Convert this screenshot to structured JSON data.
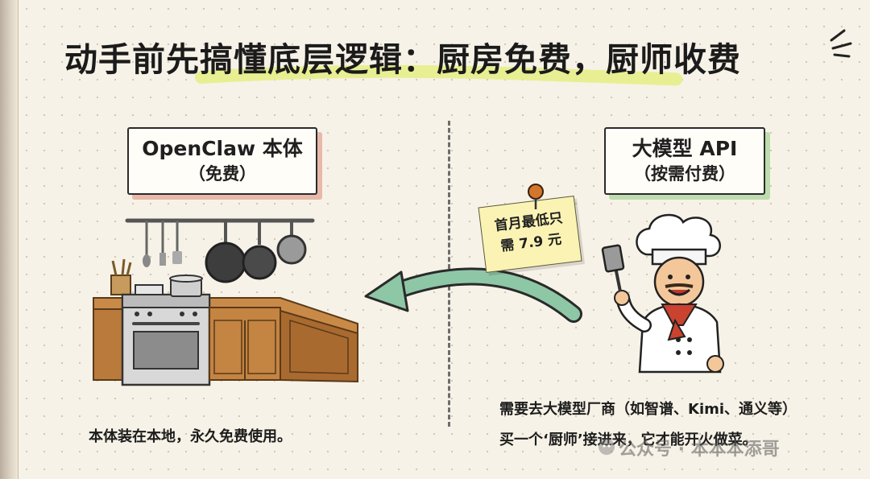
{
  "title": "动手前先搞懂底层逻辑：厨房免费，厨师收费",
  "left": {
    "label_main": "OpenClaw 本体",
    "label_sub": "（免费）",
    "caption": "本体装在本地，永久免费使用。",
    "illustration_icon": "kitchen-icon"
  },
  "right": {
    "label_main": "大模型 API",
    "label_sub": "（按需付费）",
    "note_line1": "首月最低只",
    "note_line2": "需 7.9 元",
    "caption_line1": "需要去大模型厂商（如智谱、Kimi、通义等）",
    "caption_line2": "买一个‘厨师’接进来，它才能开火做菜。",
    "illustration_icon": "chef-icon"
  },
  "arrow_icon": "curved-arrow-left-icon",
  "watermark": "公众号 · 本本本添哥",
  "colors": {
    "left_shadow": "#e8b9a8",
    "right_shadow": "#bfdcae",
    "highlight": "#e6ee8a",
    "note": "#fbf3b4",
    "arrow": "#7fbf9f"
  }
}
